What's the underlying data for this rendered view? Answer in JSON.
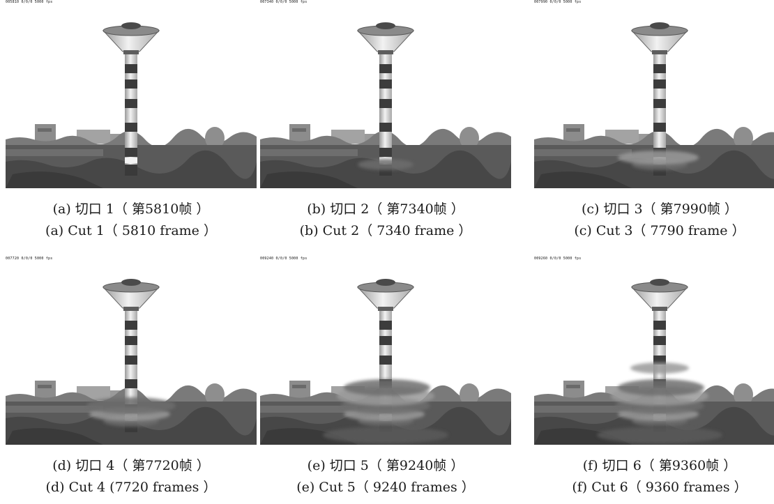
{
  "panels": [
    {
      "stamp": "005810 0/0/0 5000 fps",
      "caption_zh": "(a) 切口 1（ 第5810帧 ）",
      "caption_en": "(a) Cut 1（ 5810 frame ）",
      "debris": 0
    },
    {
      "stamp": "007340 0/0/0 5000 fps",
      "caption_zh": "(b) 切口 2（ 第7340帧 ）",
      "caption_en": "(b) Cut 2（ 7340 frame ）",
      "debris": 1
    },
    {
      "stamp": "007990 0/0/0 5000 fps",
      "caption_zh": "(c) 切口 3（ 第7990帧 ）",
      "caption_en": "(c) Cut 3（ 7790 frame ）",
      "debris": 2
    },
    {
      "stamp": "007720 0/0/0 5000 fps",
      "caption_zh": "(d) 切口 4（ 第7720帧 ）",
      "caption_en": "(d) Cut 4 (7720 frames ）",
      "debris": 3
    },
    {
      "stamp": "009240 0/0/0 5000 fps",
      "caption_zh": "(e) 切口 5（ 第9240帧 ）",
      "caption_en": "(e) Cut 5（ 9240 frames ）",
      "debris": 5
    },
    {
      "stamp": "009260 0/0/0 5000 fps",
      "caption_zh": "(f) 切口 6（ 第9360帧 ）",
      "caption_en": "(f) Cut 6（ 9360 frames ）",
      "debris": 6
    }
  ]
}
